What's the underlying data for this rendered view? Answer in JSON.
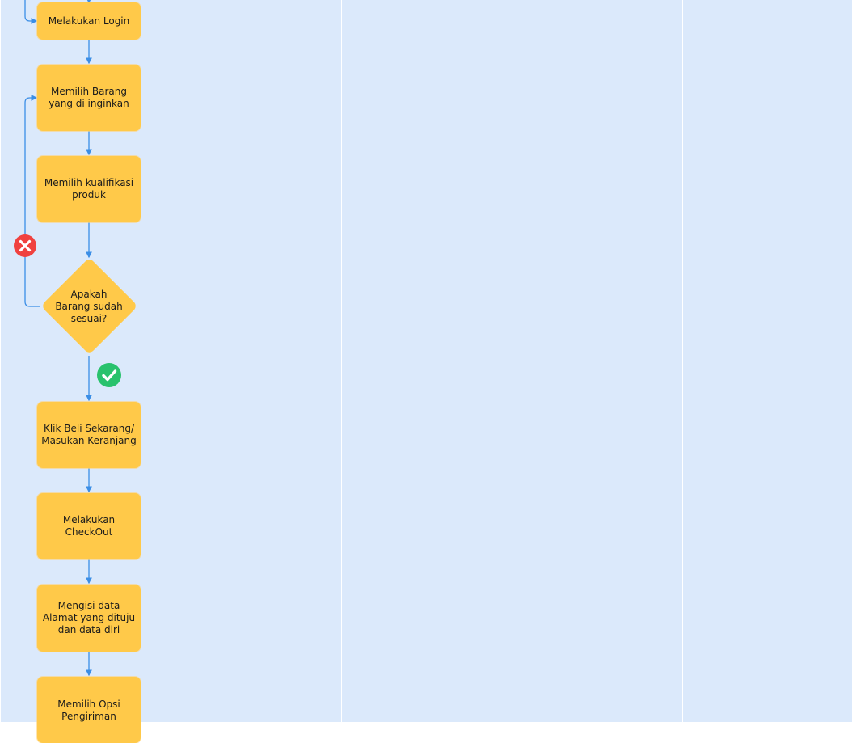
{
  "colors": {
    "lane_bg": "#dbe9fb",
    "node_fill": "#ffc949",
    "connector": "#3b8ee6",
    "reject": "#f0413f",
    "accept": "#29c26d"
  },
  "nodes": {
    "login": "Melakukan Login",
    "choose_item": "Memilih Barang yang di inginkan",
    "choose_qualification": "Memilih kualifikasi produk",
    "decision": "Apakah Barang sudah sesuai?",
    "buy_now": "Klik Beli Sekarang/ Masukan Keranjang",
    "checkout": "Melakukan CheckOut",
    "fill_address": "Mengisi data Alamat yang dituju dan data diri",
    "shipping_option": "Memilih Opsi Pengiriman"
  },
  "icons": {
    "reject": "x-circle-icon",
    "accept": "check-circle-icon"
  }
}
